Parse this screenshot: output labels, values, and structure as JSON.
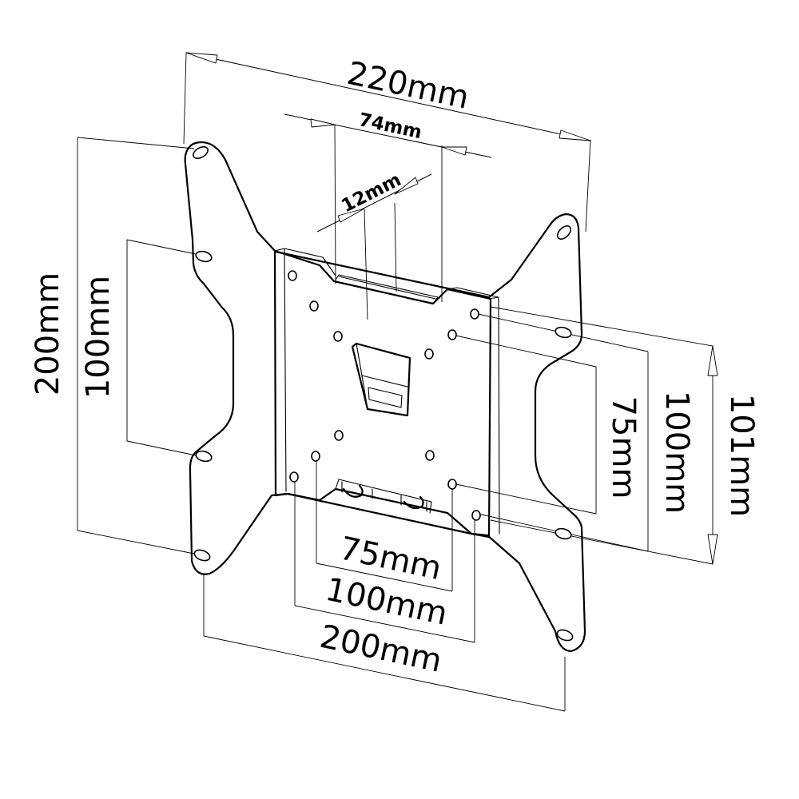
{
  "dimensions": {
    "overall_width": "220mm",
    "slot_width": "74mm",
    "slot_gap": "12mm",
    "vertical_outer": "200mm",
    "vertical_inner": "100mm",
    "right_75": "75mm",
    "right_100": "100mm",
    "right_101": "101mm",
    "bottom_75": "75mm",
    "bottom_100": "100mm",
    "bottom_200": "200mm"
  }
}
